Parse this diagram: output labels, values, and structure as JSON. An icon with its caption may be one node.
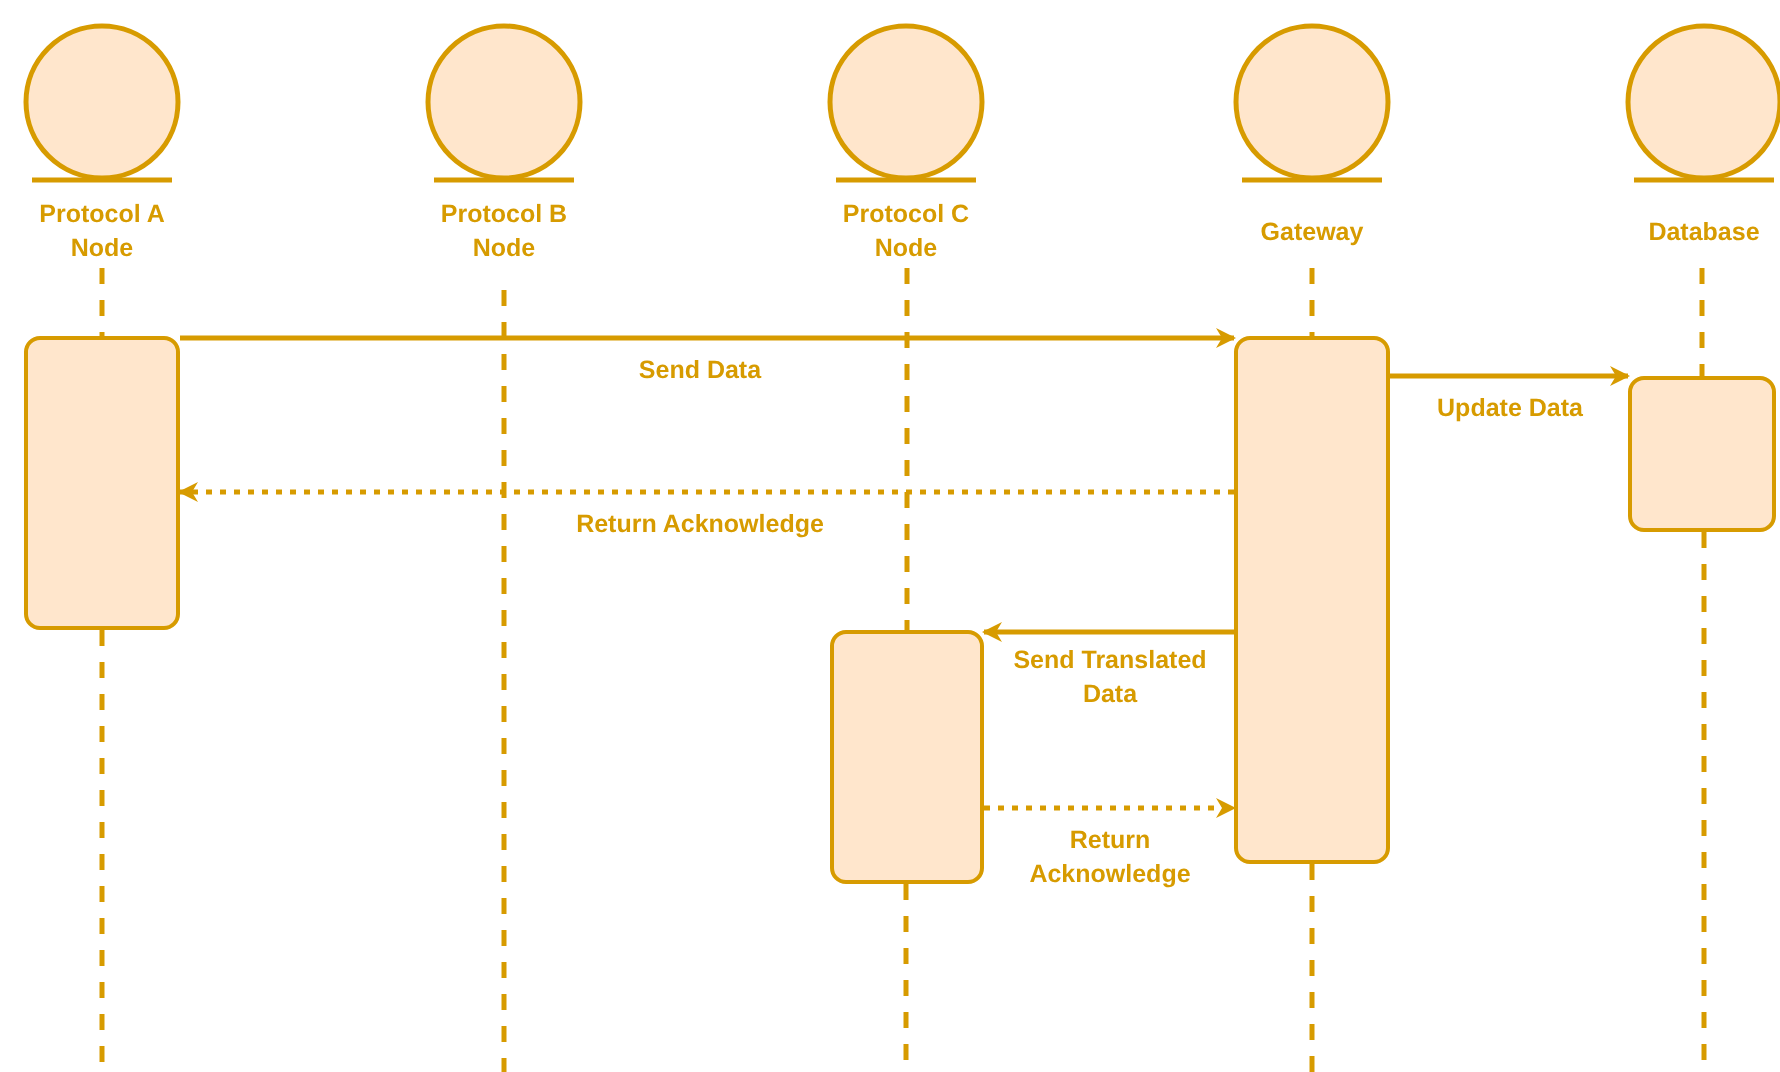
{
  "diagram": {
    "nodes": [
      {
        "text": [
          "Protocol A Node"
        ]
      },
      {
        "text": [
          "Protocol B Node"
        ]
      },
      {
        "text": [
          "Protocol C Node"
        ]
      },
      {
        "text": [
          "Gateway"
        ]
      },
      {
        "text": [
          "Database"
        ]
      },
      {
        "text": [],
        "shape": "box"
      },
      {
        "text": [],
        "shape": "box"
      },
      {
        "text": [],
        "shape": "box"
      },
      {
        "text": [],
        "shape": "box"
      }
    ],
    "edges": [
      {
        "from": 0,
        "to": 5,
        "arrow": "none",
        "style": "dashed"
      },
      {
        "from": 2,
        "to": 8,
        "arrow": "none",
        "style": "dashed"
      },
      {
        "from": 3,
        "to": 6,
        "arrow": "none",
        "style": "dashed"
      },
      {
        "from": 4,
        "to": 7,
        "arrow": "none",
        "style": "dashed"
      },
      {
        "from": 5,
        "to": 6,
        "arrow": "to",
        "label": "Send Data"
      },
      {
        "from": 6,
        "to": 7,
        "arrow": "to",
        "label": "Update Data"
      },
      {
        "from": 6,
        "to": 5,
        "arrow": "to",
        "label": "Return Acknowledge",
        "style": "dashed"
      },
      {
        "from": 6,
        "to": 8,
        "arrow": "to",
        "label": "Send Translated Data"
      },
      {
        "from": 8,
        "to": 6,
        "arrow": "to",
        "label": "Return Acknowledge",
        "style": "dashed"
      }
    ]
  }
}
